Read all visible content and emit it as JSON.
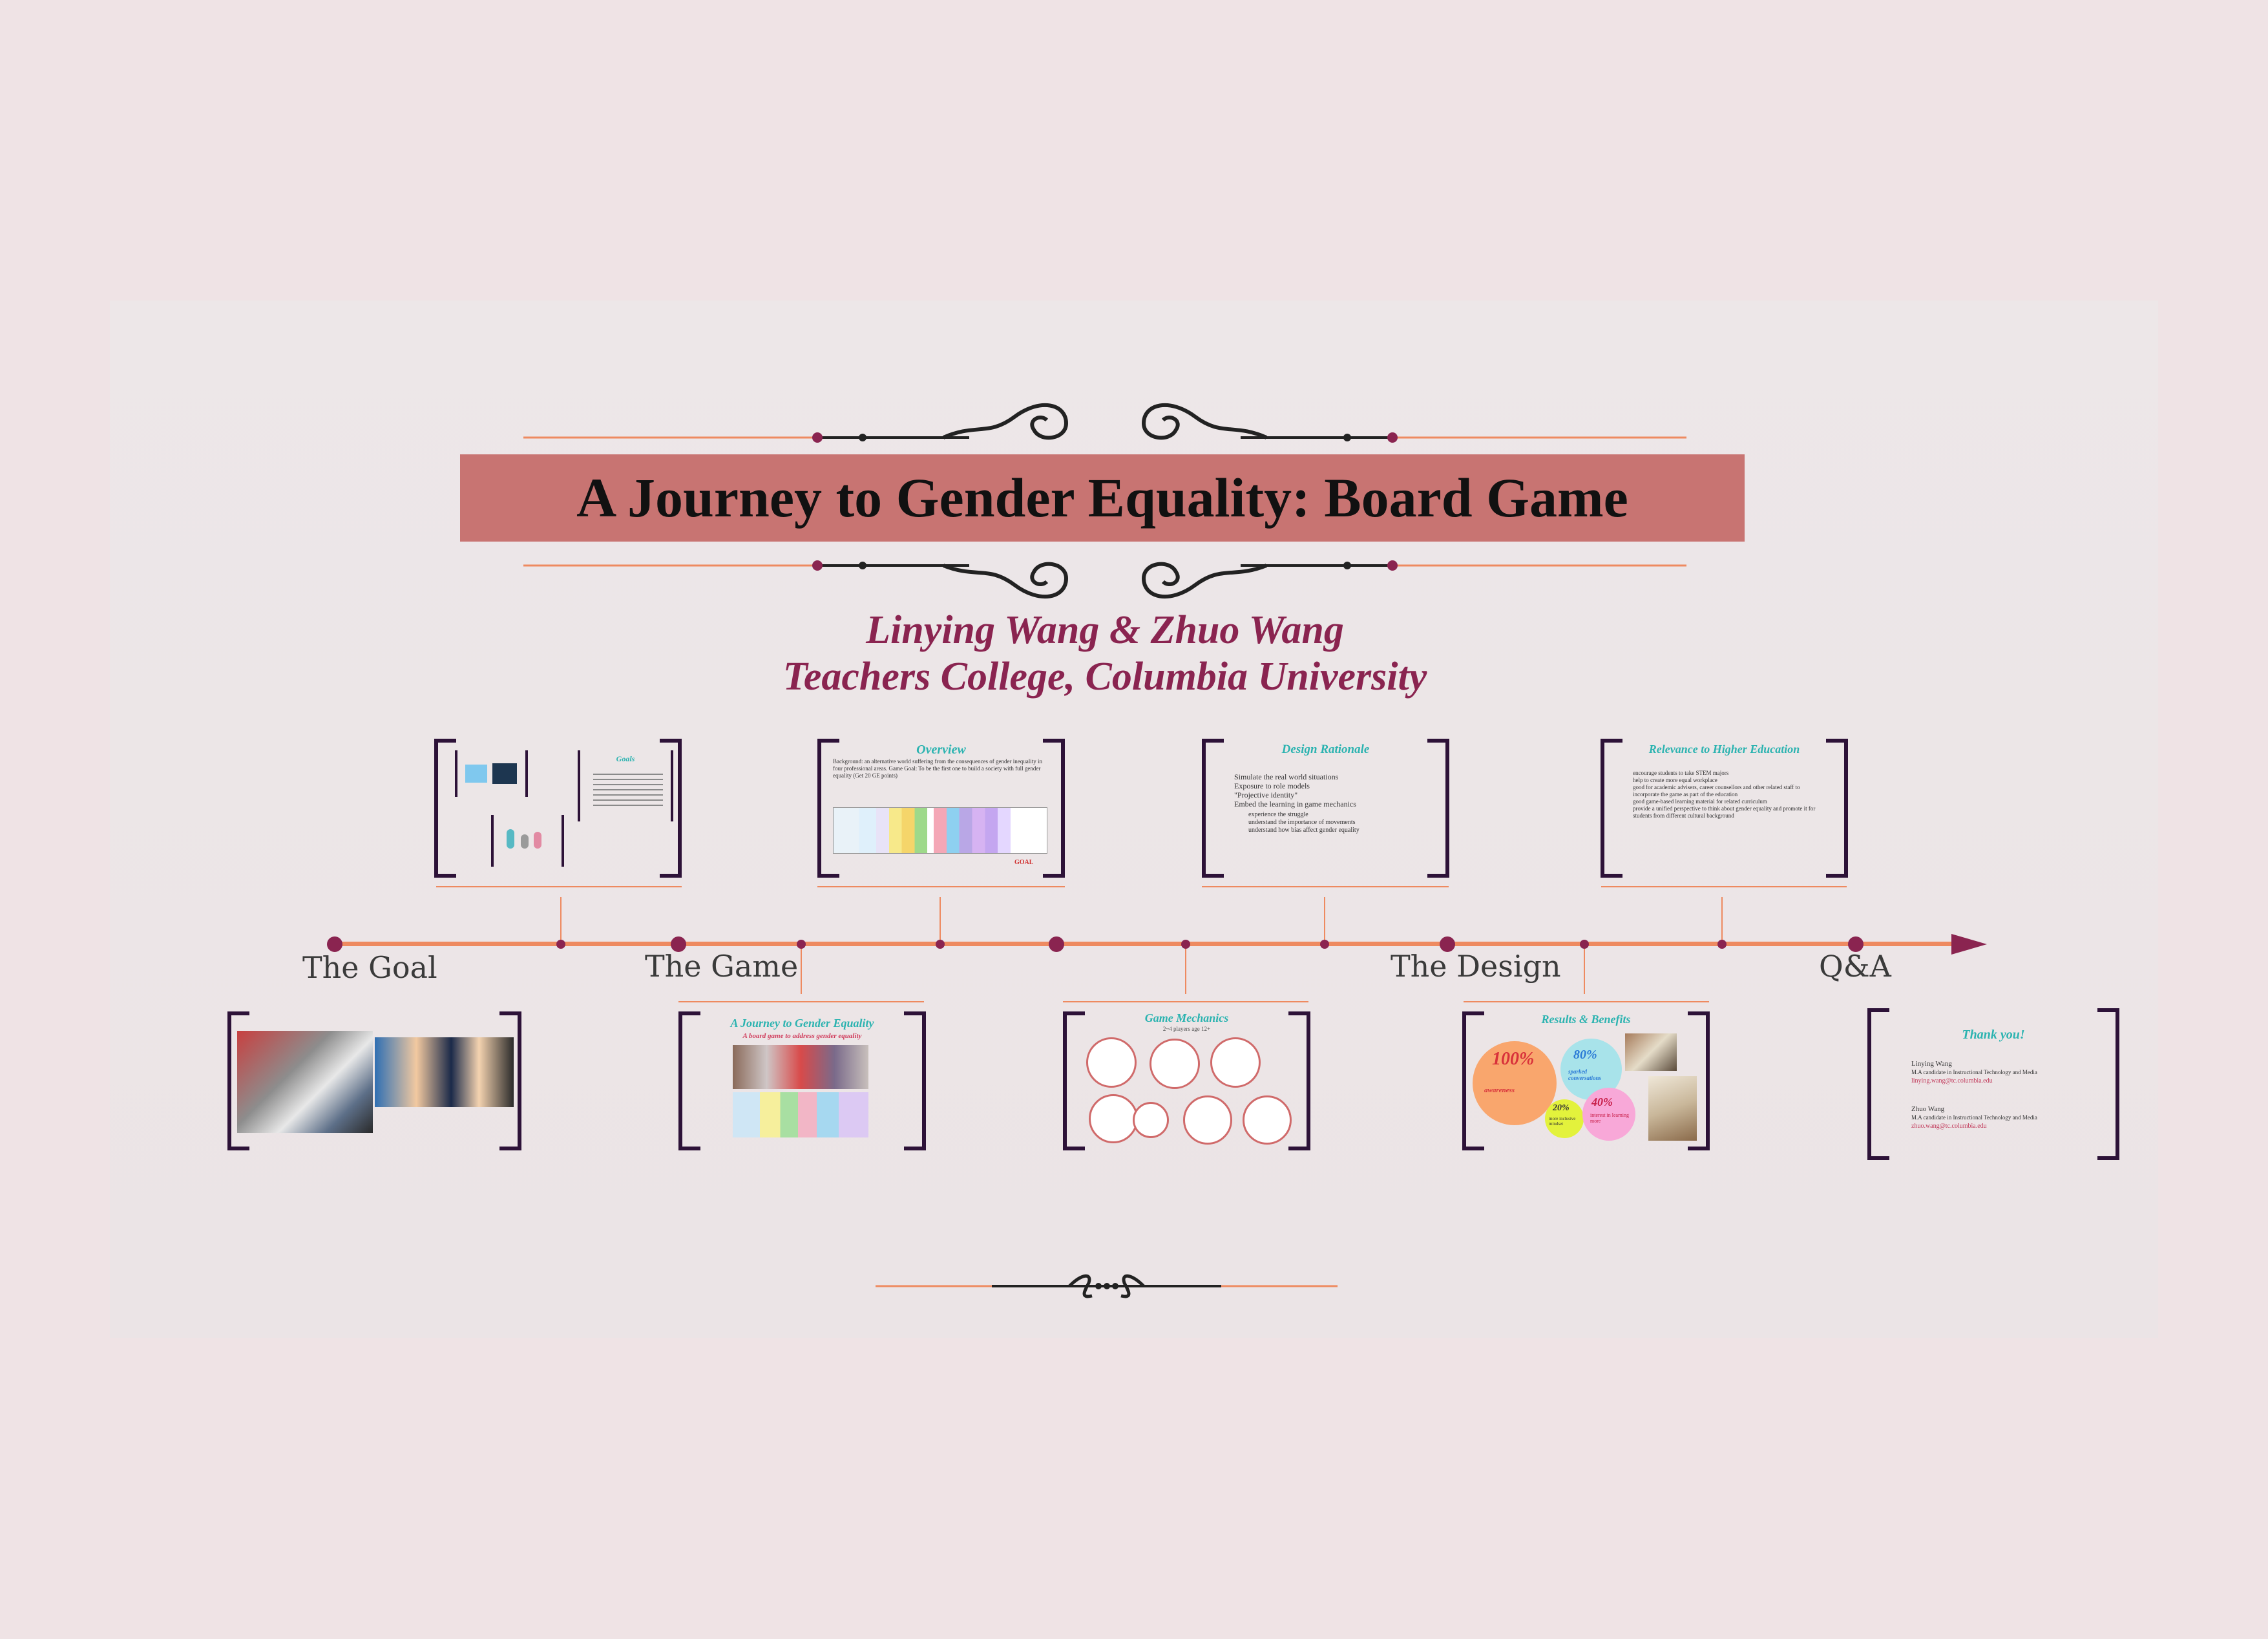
{
  "presentation": {
    "title": "A Journey to Gender Equality: Board Game",
    "authors": "Linying Wang  &  Zhuo Wang",
    "affiliation": "Teachers College, Columbia University"
  },
  "timeline": {
    "stages": [
      "The Goal",
      "The Game",
      "The Design",
      "Q&A"
    ]
  },
  "slides": {
    "goals_title": "Goals",
    "overview": {
      "title": "Overview",
      "text": "Background: an alternative world suffering from the consequences of gender inequality in four professional areas. Game Goal: To be the first one to build a society with full gender equality (Get 20 GE points)",
      "goal_label": "GOAL"
    },
    "design_rationale": {
      "title": "Design Rationale",
      "items": [
        "Simulate the real world situations",
        "Exposure to role models",
        "\"Projective identity\"",
        "Embed the learning in game mechanics"
      ],
      "subitems": [
        "experience the struggle",
        "understand the importance of movements",
        "understand how bias affect gender equality"
      ]
    },
    "higher_ed": {
      "title": "Relevance to Higher Education",
      "items": [
        "encourage students to take STEM majors",
        "help to create more equal workplace",
        "good for academic advisers, career counsellors and other related staff to incorporate the game as part of the education",
        "good game-based learning material for related curriculum",
        "provide a unified perspective to think about gender equality and promote it for students from different cultural background"
      ]
    },
    "game_intro": {
      "title": "A Journey to Gender Equality",
      "subtitle": "A board game to address gender equality"
    },
    "mechanics": {
      "title": "Game Mechanics",
      "subtitle": "2~4 players    age 12+"
    },
    "results": {
      "title": "Results & Benefits",
      "stats": [
        {
          "value": "100%",
          "label": "awareness"
        },
        {
          "value": "80%",
          "label": "sparked conversations"
        },
        {
          "value": "20%",
          "label": "more inclusive mindset"
        },
        {
          "value": "40%",
          "label": "interest in learning more"
        }
      ]
    },
    "thanks": {
      "title": "Thank you!",
      "people": [
        {
          "name": "Linying Wang",
          "role": "M.A candidate in Instructional Technology and Media",
          "email": "linying.wang@tc.columbia.edu"
        },
        {
          "name": "Zhuo Wang",
          "role": "M.A candidate in Instructional Technology and Media",
          "email": "zhuo.wang@tc.columbia.edu"
        }
      ]
    }
  },
  "colors": {
    "banner": "#c87472",
    "accent": "#8a2450",
    "timeline": "#ee8a60",
    "node": "#8a2450",
    "bracket": "#2d1238",
    "slide_title": "#2bb3b0"
  }
}
